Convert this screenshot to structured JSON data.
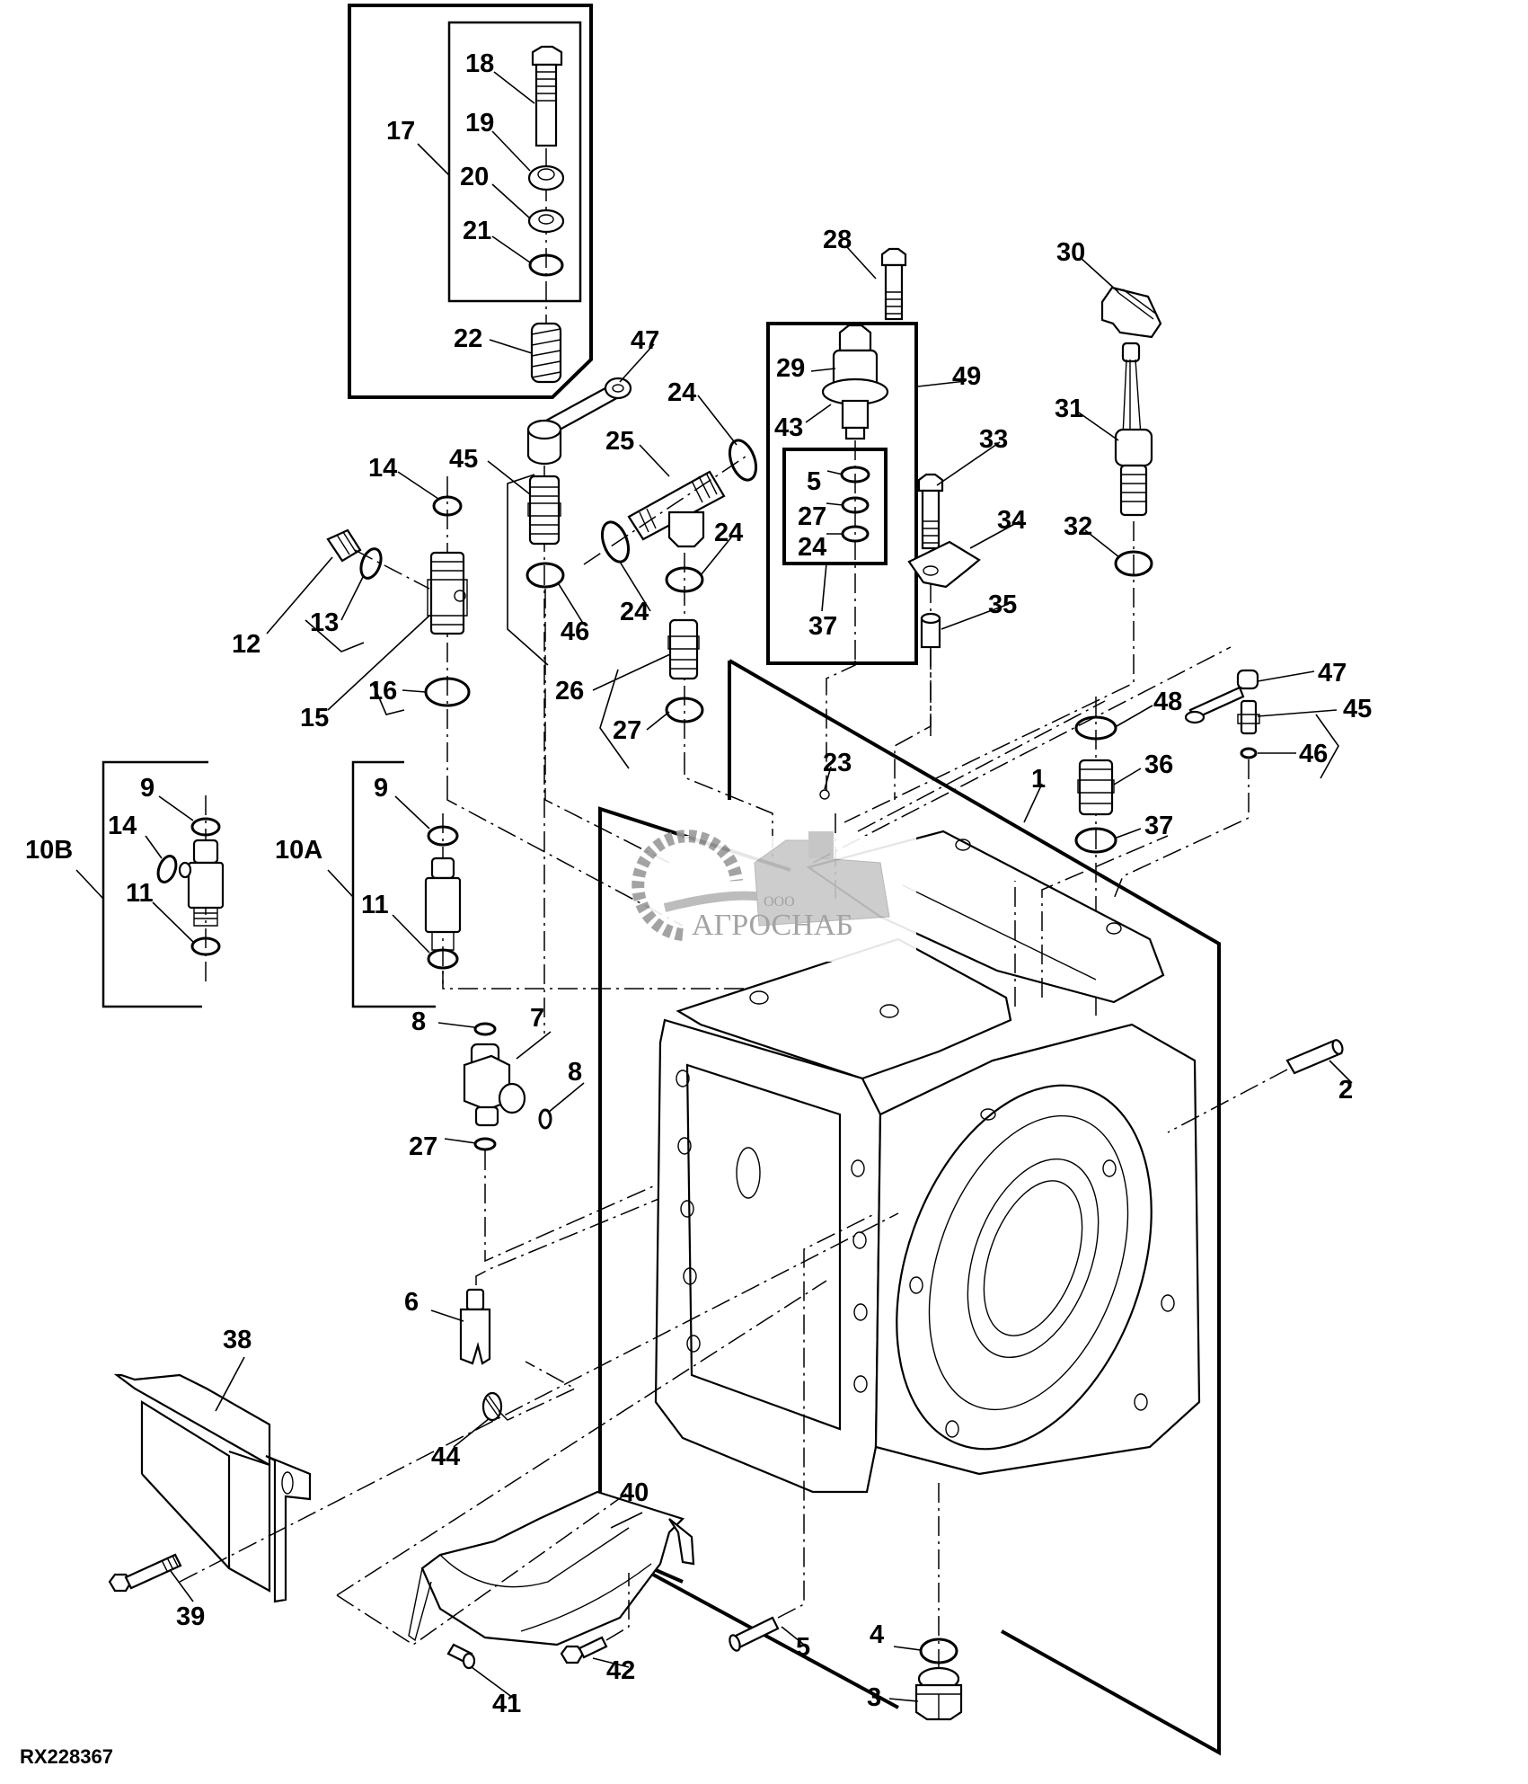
{
  "figure": {
    "id": "RX228367",
    "subject": "Transmission housing exploded parts diagram"
  },
  "watermark": {
    "prefix": "ООО",
    "brand": "АГРОСНАБ",
    "color": "#9a9a9a"
  },
  "groups": {
    "g17": {
      "label": "17",
      "items": [
        "18",
        "19",
        "20",
        "21"
      ]
    },
    "g49": {
      "label": "49",
      "items": [
        "29",
        "43",
        "37"
      ]
    },
    "g37": {
      "label": "37",
      "items": [
        "5",
        "27",
        "24"
      ]
    },
    "g10A": {
      "label": "10A",
      "items": [
        "9",
        "11"
      ]
    },
    "g10B": {
      "label": "10B",
      "items": [
        "9",
        "14",
        "11"
      ]
    }
  },
  "callouts": [
    {
      "id": "c18",
      "text": "18",
      "part": "cap-screw"
    },
    {
      "id": "c19",
      "text": "19",
      "part": "nut"
    },
    {
      "id": "c17",
      "text": "17",
      "part": "valve-kit"
    },
    {
      "id": "c20",
      "text": "20",
      "part": "washer"
    },
    {
      "id": "c21",
      "text": "21",
      "part": "o-ring"
    },
    {
      "id": "c22",
      "text": "22",
      "part": "spring"
    },
    {
      "id": "c47a",
      "text": "47",
      "part": "banjo-tube"
    },
    {
      "id": "c24a",
      "text": "24",
      "part": "o-ring"
    },
    {
      "id": "c25",
      "text": "25",
      "part": "tee-fitting"
    },
    {
      "id": "c45a",
      "text": "45",
      "part": "fitting"
    },
    {
      "id": "c14a",
      "text": "14",
      "part": "o-ring"
    },
    {
      "id": "c13",
      "text": "13",
      "part": "o-ring"
    },
    {
      "id": "c12",
      "text": "12",
      "part": "plug"
    },
    {
      "id": "c15",
      "text": "15",
      "part": "valve"
    },
    {
      "id": "c16",
      "text": "16",
      "part": "o-ring"
    },
    {
      "id": "c46a",
      "text": "46",
      "part": "o-ring"
    },
    {
      "id": "c24b",
      "text": "24",
      "part": "o-ring"
    },
    {
      "id": "c24c",
      "text": "24",
      "part": "o-ring"
    },
    {
      "id": "c26",
      "text": "26",
      "part": "fitting"
    },
    {
      "id": "c27a",
      "text": "27",
      "part": "o-ring"
    },
    {
      "id": "c28",
      "text": "28",
      "part": "cap-screw"
    },
    {
      "id": "c29",
      "text": "29",
      "part": "solenoid-valve"
    },
    {
      "id": "c49",
      "text": "49",
      "part": "valve-assembly"
    },
    {
      "id": "c43",
      "text": "43",
      "part": "gasket"
    },
    {
      "id": "c33",
      "text": "33",
      "part": "cap-screw"
    },
    {
      "id": "c5a",
      "text": "5",
      "part": "o-ring"
    },
    {
      "id": "c27b",
      "text": "27",
      "part": "o-ring"
    },
    {
      "id": "c24d",
      "text": "24",
      "part": "o-ring"
    },
    {
      "id": "c34",
      "text": "34",
      "part": "clamp"
    },
    {
      "id": "c37a",
      "text": "37",
      "part": "o-ring-kit"
    },
    {
      "id": "c35",
      "text": "35",
      "part": "spacer"
    },
    {
      "id": "c30",
      "text": "30",
      "part": "connector-cover"
    },
    {
      "id": "c31",
      "text": "31",
      "part": "sensor"
    },
    {
      "id": "c32",
      "text": "32",
      "part": "o-ring"
    },
    {
      "id": "c47b",
      "text": "47",
      "part": "banjo-tube"
    },
    {
      "id": "c45b",
      "text": "45",
      "part": "fitting"
    },
    {
      "id": "c46b",
      "text": "46",
      "part": "o-ring"
    },
    {
      "id": "c48",
      "text": "48",
      "part": "o-ring"
    },
    {
      "id": "c36",
      "text": "36",
      "part": "fitting"
    },
    {
      "id": "c37b",
      "text": "37",
      "part": "o-ring"
    },
    {
      "id": "c1",
      "text": "1",
      "part": "transmission-housing"
    },
    {
      "id": "c23",
      "text": "23",
      "part": "ball"
    },
    {
      "id": "c9a",
      "text": "9",
      "part": "o-ring"
    },
    {
      "id": "c14b",
      "text": "14",
      "part": "o-ring"
    },
    {
      "id": "c10B",
      "text": "10B",
      "part": "valve"
    },
    {
      "id": "c11a",
      "text": "11",
      "part": "o-ring"
    },
    {
      "id": "c9b",
      "text": "9",
      "part": "o-ring"
    },
    {
      "id": "c10A",
      "text": "10A",
      "part": "valve"
    },
    {
      "id": "c11b",
      "text": "11",
      "part": "o-ring"
    },
    {
      "id": "c8a",
      "text": "8",
      "part": "o-ring"
    },
    {
      "id": "c7",
      "text": "7",
      "part": "elbow-fitting"
    },
    {
      "id": "c8b",
      "text": "8",
      "part": "o-ring"
    },
    {
      "id": "c27c",
      "text": "27",
      "part": "o-ring"
    },
    {
      "id": "c6",
      "text": "6",
      "part": "nozzle"
    },
    {
      "id": "c2",
      "text": "2",
      "part": "dowel-pin"
    },
    {
      "id": "c38",
      "text": "38",
      "part": "shield"
    },
    {
      "id": "c39",
      "text": "39",
      "part": "cap-screw"
    },
    {
      "id": "c40",
      "text": "40",
      "part": "cover"
    },
    {
      "id": "c44",
      "text": "44",
      "part": "plug"
    },
    {
      "id": "c41",
      "text": "41",
      "part": "screw"
    },
    {
      "id": "c42",
      "text": "42",
      "part": "cap-screw"
    },
    {
      "id": "c5b",
      "text": "5",
      "part": "dowel-pin"
    },
    {
      "id": "c4",
      "text": "4",
      "part": "o-ring"
    },
    {
      "id": "c3",
      "text": "3",
      "part": "drain-plug"
    }
  ]
}
